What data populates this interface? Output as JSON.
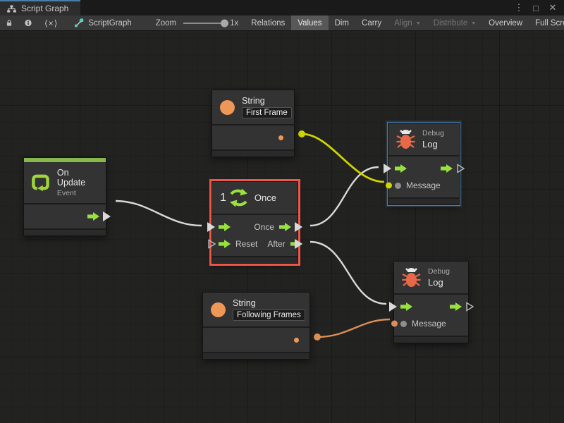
{
  "colors": {
    "flow_green": "#97e13f",
    "event_green": "#85b94b",
    "string_orange": "#ee9757",
    "bug_orange": "#e8694a",
    "wire_white": "#d9d9d9",
    "wire_yellow": "#cfd400",
    "wire_orange": "#dd8f55",
    "selection_red": "#f05546",
    "selection_blue": "#4a7dac"
  },
  "titlebar": {
    "tab_label": "Script Graph",
    "kebab_glyph": "⋮",
    "maximize_glyph": "□",
    "close_glyph": "✕"
  },
  "toolbar": {
    "code_glyph": "⟨×⟩",
    "graph_name": "ScriptGraph",
    "zoom_label": "Zoom",
    "zoom_value": "1x",
    "dropdown_glyph": "▼",
    "buttons": [
      {
        "label": "Relations",
        "state": "normal"
      },
      {
        "label": "Values",
        "state": "active"
      },
      {
        "label": "Dim",
        "state": "normal"
      },
      {
        "label": "Carry",
        "state": "normal"
      },
      {
        "label": "Align",
        "state": "disabled",
        "dropdown": true
      },
      {
        "label": "Distribute",
        "state": "disabled",
        "dropdown": true
      },
      {
        "label": "Overview",
        "state": "normal"
      },
      {
        "label": "Full Screen",
        "state": "normal"
      }
    ]
  },
  "nodes": {
    "on_update": {
      "title": "On Update",
      "subtitle": "Event"
    },
    "string_first": {
      "title": "String",
      "value": "First Frame"
    },
    "once": {
      "icon_number": "1",
      "title": "Once",
      "out_once_label": "Once",
      "in_reset_label": "Reset",
      "out_after_label": "After"
    },
    "debug_top": {
      "subtitle": "Debug",
      "title": "Log",
      "message_label": "Message"
    },
    "string_following": {
      "title": "String",
      "value": "Following Frames"
    },
    "debug_bottom": {
      "subtitle": "Debug",
      "title": "Log",
      "message_label": "Message"
    }
  }
}
